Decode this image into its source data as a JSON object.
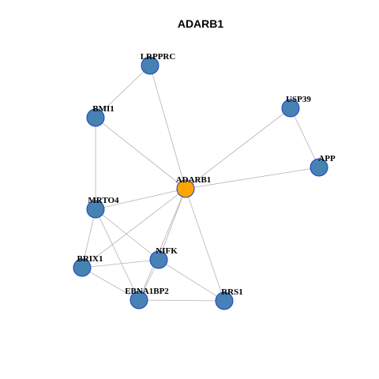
{
  "title": "ADARB1",
  "colors": {
    "hub": "#ffa500",
    "node": "#4682b4",
    "node_border": "#1f3fbf",
    "edge": "#b3b3b3"
  },
  "nodes": [
    {
      "id": "ADARB1",
      "label": "ADARB1",
      "hub": true
    },
    {
      "id": "LRPPRC",
      "label": "LRPPRC"
    },
    {
      "id": "BMI1",
      "label": "BMI1"
    },
    {
      "id": "USP39",
      "label": "USP39"
    },
    {
      "id": "APP",
      "label": "APP"
    },
    {
      "id": "MRTO4",
      "label": "MRTO4"
    },
    {
      "id": "BRIX1",
      "label": "BRIX1"
    },
    {
      "id": "NIFK",
      "label": "NIFK"
    },
    {
      "id": "EBNA1BP2",
      "label": "EBNA1BP2"
    },
    {
      "id": "RRS1",
      "label": "RRS1"
    }
  ],
  "edges": [
    [
      "LRPPRC",
      "BMI1"
    ],
    [
      "LRPPRC",
      "ADARB1"
    ],
    [
      "BMI1",
      "ADARB1"
    ],
    [
      "BMI1",
      "MRTO4"
    ],
    [
      "USP39",
      "ADARB1"
    ],
    [
      "USP39",
      "APP"
    ],
    [
      "APP",
      "ADARB1"
    ],
    [
      "MRTO4",
      "ADARB1"
    ],
    [
      "MRTO4",
      "BRIX1"
    ],
    [
      "MRTO4",
      "NIFK"
    ],
    [
      "MRTO4",
      "EBNA1BP2"
    ],
    [
      "BRIX1",
      "ADARB1"
    ],
    [
      "BRIX1",
      "NIFK"
    ],
    [
      "BRIX1",
      "EBNA1BP2"
    ],
    [
      "NIFK",
      "ADARB1"
    ],
    [
      "NIFK",
      "EBNA1BP2"
    ],
    [
      "NIFK",
      "RRS1"
    ],
    [
      "EBNA1BP2",
      "ADARB1"
    ],
    [
      "EBNA1BP2",
      "RRS1"
    ],
    [
      "RRS1",
      "ADARB1"
    ]
  ]
}
